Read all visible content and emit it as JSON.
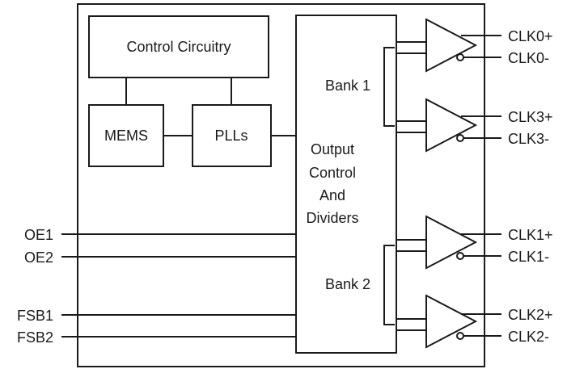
{
  "blocks": {
    "control": "Control Circuitry",
    "mems": "MEMS",
    "plls": "PLLs",
    "output_lines": [
      "Output",
      "Control",
      "And",
      "Dividers"
    ]
  },
  "banks": {
    "bank1": "Bank 1",
    "bank2": "Bank 2"
  },
  "inputs": {
    "oe1": "OE1",
    "oe2": "OE2",
    "fsb1": "FSB1",
    "fsb2": "FSB2"
  },
  "outputs": {
    "clk0p": "CLK0+",
    "clk0n": "CLK0-",
    "clk3p": "CLK3+",
    "clk3n": "CLK3-",
    "clk1p": "CLK1+",
    "clk1n": "CLK1-",
    "clk2p": "CLK2+",
    "clk2n": "CLK2-"
  }
}
